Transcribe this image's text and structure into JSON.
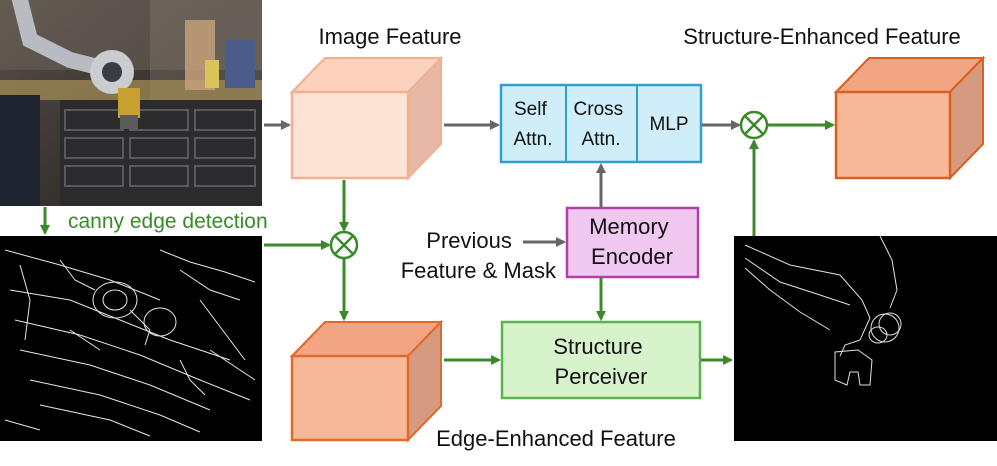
{
  "labels": {
    "image_feature": "Image Feature",
    "structure_enhanced_feature": "Structure-Enhanced Feature",
    "canny": "canny edge detection",
    "previous_line1": "Previous",
    "previous_line2": "Feature & Mask",
    "edge_enhanced_feature": "Edge-Enhanced Feature"
  },
  "blocks": {
    "self_attn": [
      "Self",
      "Attn."
    ],
    "cross_attn": [
      "Cross",
      "Attn."
    ],
    "mlp": "MLP",
    "memory_encoder": [
      "Memory",
      "Encoder"
    ],
    "structure_perceiver": [
      "Structure",
      "Perceiver"
    ]
  },
  "colors": {
    "arrow_gray": "#666666",
    "arrow_green": "#3a8a2a",
    "image_cube_front": "#fde3d6",
    "image_cube_top": "#fbd2bd",
    "image_cube_side": "#e6b8a5",
    "image_cube_stroke": "#f1b08e",
    "edge_cube_front": "#f7b899",
    "edge_cube_top": "#f2a582",
    "edge_cube_side": "#d69a80",
    "edge_cube_stroke": "#e06a2c",
    "attn_fill": "#d0eefa",
    "attn_stroke": "#2f9fcf",
    "memory_fill": "#f1c9f0",
    "memory_stroke": "#b040a8",
    "perceiver_fill": "#d7f3cc",
    "perceiver_stroke": "#5ab34a"
  }
}
